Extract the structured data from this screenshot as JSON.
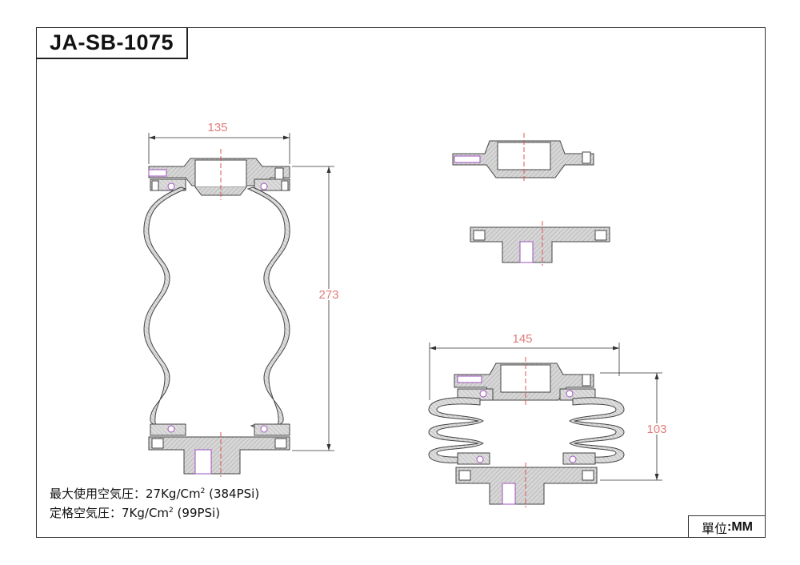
{
  "title": "JA-SB-1075",
  "unit": {
    "label": "單位",
    "value": ":MM"
  },
  "specs": {
    "max_pressure_prefix": "最大使用空気圧：27Kg/Cm",
    "max_pressure_sup": "2",
    "max_pressure_suffix": " (384PSi)",
    "rated_pressure_prefix": "定格空気圧：7Kg/Cm",
    "rated_pressure_sup": "2",
    "rated_pressure_suffix": " (99PSi)"
  },
  "dimensions": {
    "main_width": "135",
    "main_height": "273",
    "compressed_width": "145",
    "compressed_height": "103"
  },
  "colors": {
    "line": "#444444",
    "hatch": "#c8c8c8",
    "dimension": "#e07b7b",
    "centerline": "#e05050",
    "bolt": "#a050c0"
  }
}
